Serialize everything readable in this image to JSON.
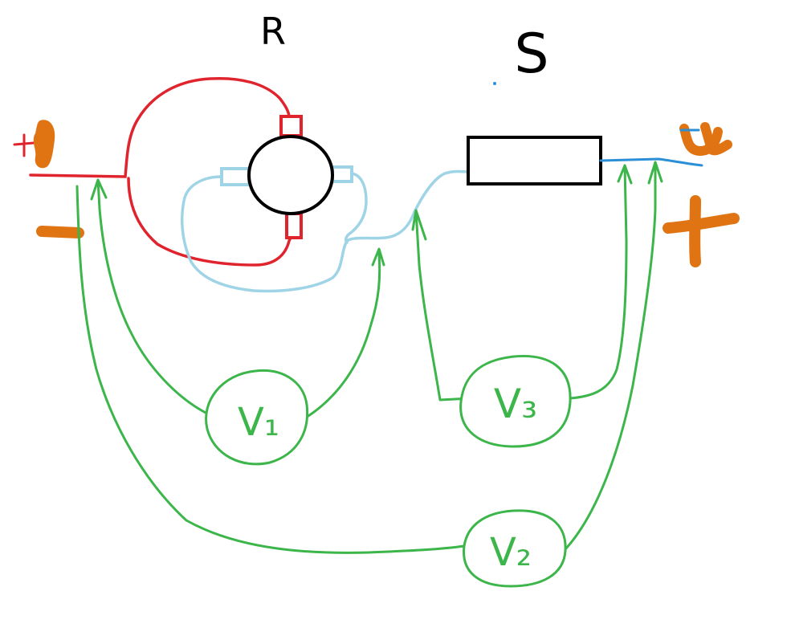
{
  "labels": {
    "component_r": "R",
    "component_s": "S",
    "terminal_left_plus": "+",
    "terminal_left_minus": "-",
    "terminal_right_u": "u",
    "terminal_right_plus": "+",
    "voltmeter_1": "V₁",
    "voltmeter_2": "V₂",
    "voltmeter_3": "V₃"
  },
  "colors": {
    "red_wire": "#e0242e",
    "blue_wire": "#9fd4e6",
    "blue_wire_dark": "#2a8fd6",
    "green_wire": "#3cb54a",
    "terminal": "#e07412",
    "ink": "#000000"
  }
}
